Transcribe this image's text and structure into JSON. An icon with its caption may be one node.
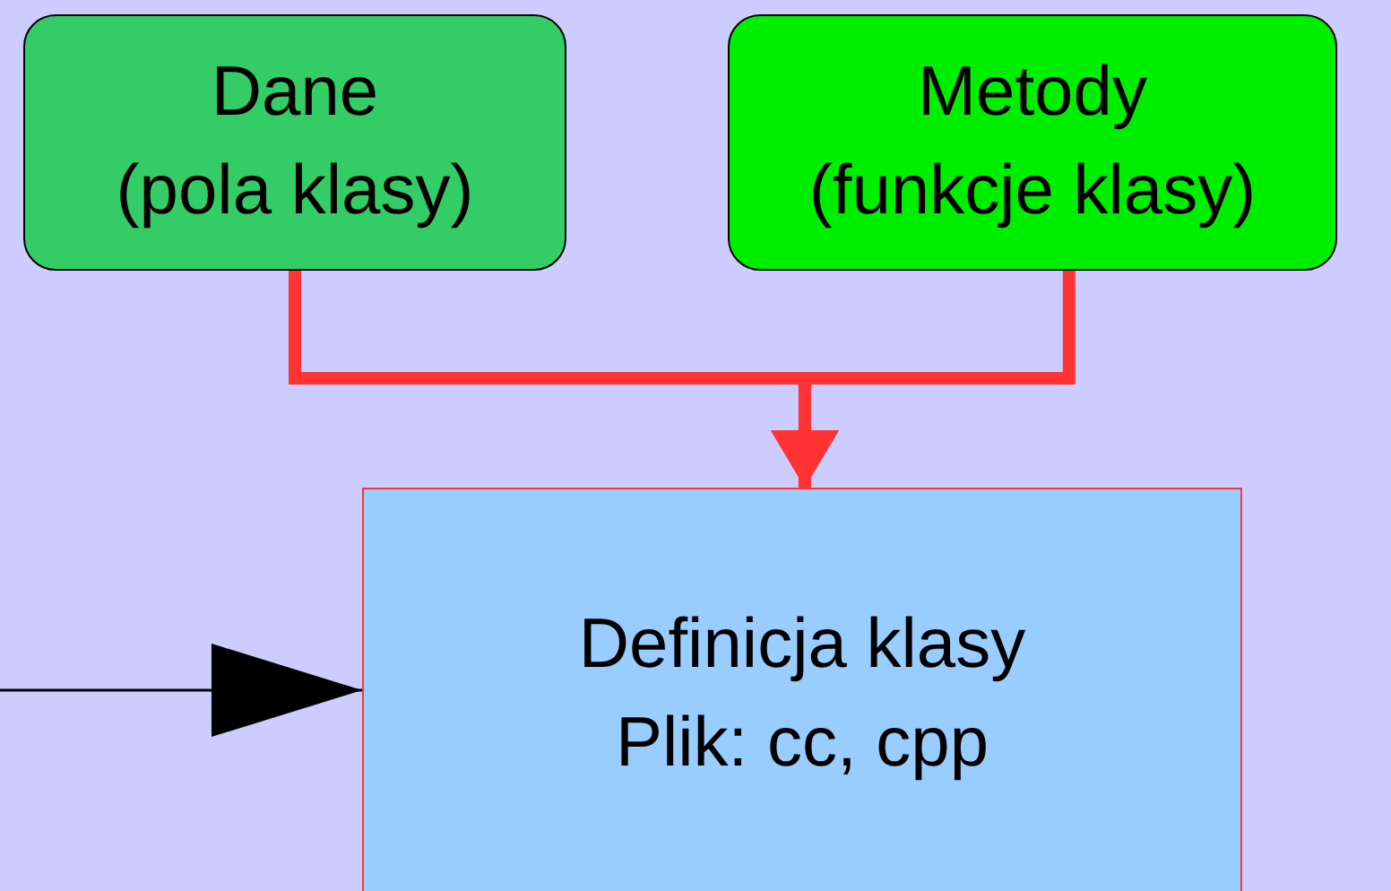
{
  "diagram": {
    "nodes": [
      {
        "text": [
          "Dane",
          "(pola klasy)"
        ]
      },
      {
        "text": [
          "Metody",
          "(funkcje klasy)"
        ]
      },
      {
        "text": [
          "Definicja klasy",
          "Plik: cc, cpp"
        ]
      }
    ],
    "edges": [
      {
        "from": 0,
        "to": 2,
        "arrow": "to"
      },
      {
        "from": 1,
        "to": 2,
        "arrow": "to"
      },
      {
        "from": null,
        "to": 2,
        "arrow": "to",
        "color": "#000000"
      }
    ]
  }
}
